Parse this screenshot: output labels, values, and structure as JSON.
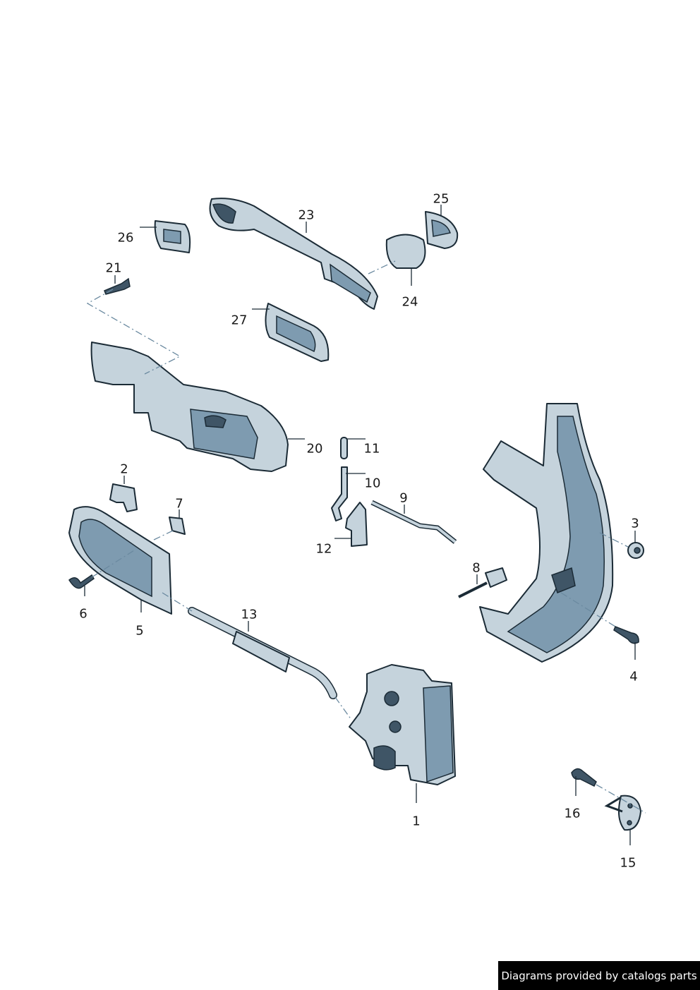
{
  "diagram": {
    "callouts": [
      "1",
      "2",
      "3",
      "4",
      "5",
      "6",
      "7",
      "8",
      "9",
      "10",
      "11",
      "12",
      "13",
      "15",
      "16",
      "20",
      "21",
      "23",
      "24",
      "25",
      "26",
      "27"
    ],
    "callout_2_second": "4"
  },
  "footer": {
    "credit": "Diagrams provided by catalogs parts"
  },
  "colors": {
    "part_fill": "#c5d3dc",
    "outline": "#1b2b36",
    "shade": "#7e9bb0",
    "banner": "#000000"
  }
}
